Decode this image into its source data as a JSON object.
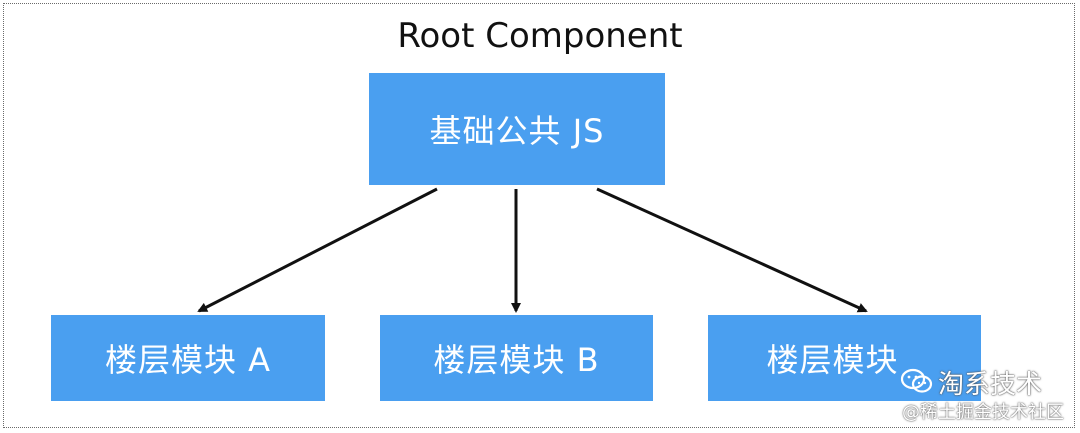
{
  "diagram": {
    "title": "Root Component",
    "root_node": {
      "label": "基础公共 JS",
      "color": "#4a9ff0"
    },
    "child_nodes": [
      {
        "id": "a",
        "label": "楼层模块 A"
      },
      {
        "id": "b",
        "label": "楼层模块 B"
      },
      {
        "id": "c",
        "label": "楼层模块"
      }
    ],
    "edges": [
      {
        "from": "root",
        "to": "a"
      },
      {
        "from": "root",
        "to": "b"
      },
      {
        "from": "root",
        "to": "c"
      }
    ]
  },
  "watermark": {
    "name": "淘系技术",
    "community": "@稀土掘金技术社区",
    "icon": "wechat-icon"
  }
}
